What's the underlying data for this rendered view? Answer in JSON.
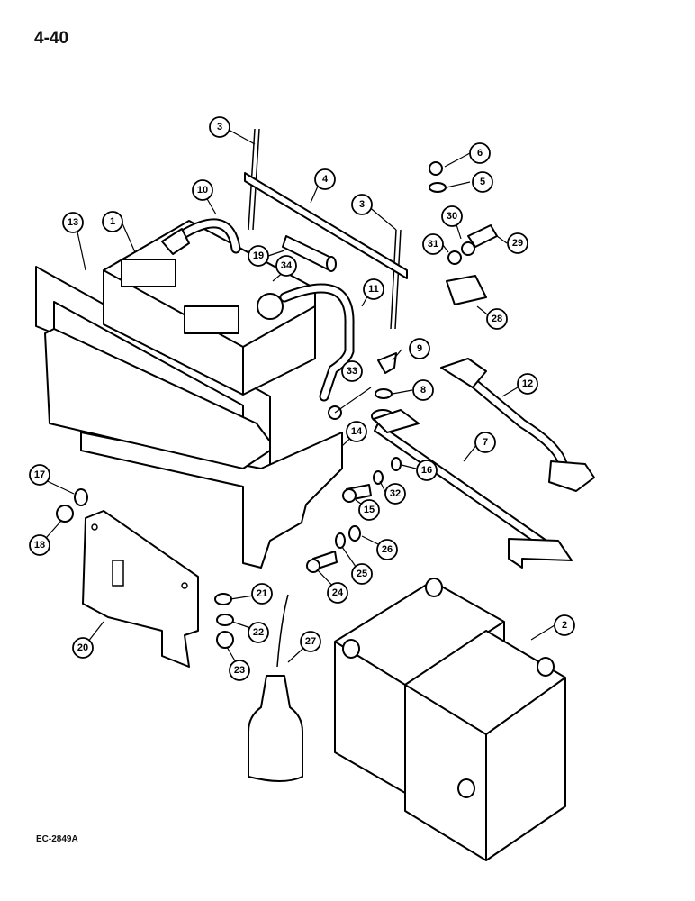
{
  "page_number": "4-40",
  "figure_code": "EC-2849A",
  "callouts": [
    "1",
    "2",
    "3",
    "3",
    "4",
    "5",
    "6",
    "7",
    "8",
    "9",
    "10",
    "11",
    "12",
    "13",
    "14",
    "15",
    "16",
    "17",
    "18",
    "19",
    "20",
    "21",
    "22",
    "23",
    "24",
    "25",
    "26",
    "27",
    "28",
    "29",
    "30",
    "31",
    "32",
    "33",
    "34"
  ]
}
